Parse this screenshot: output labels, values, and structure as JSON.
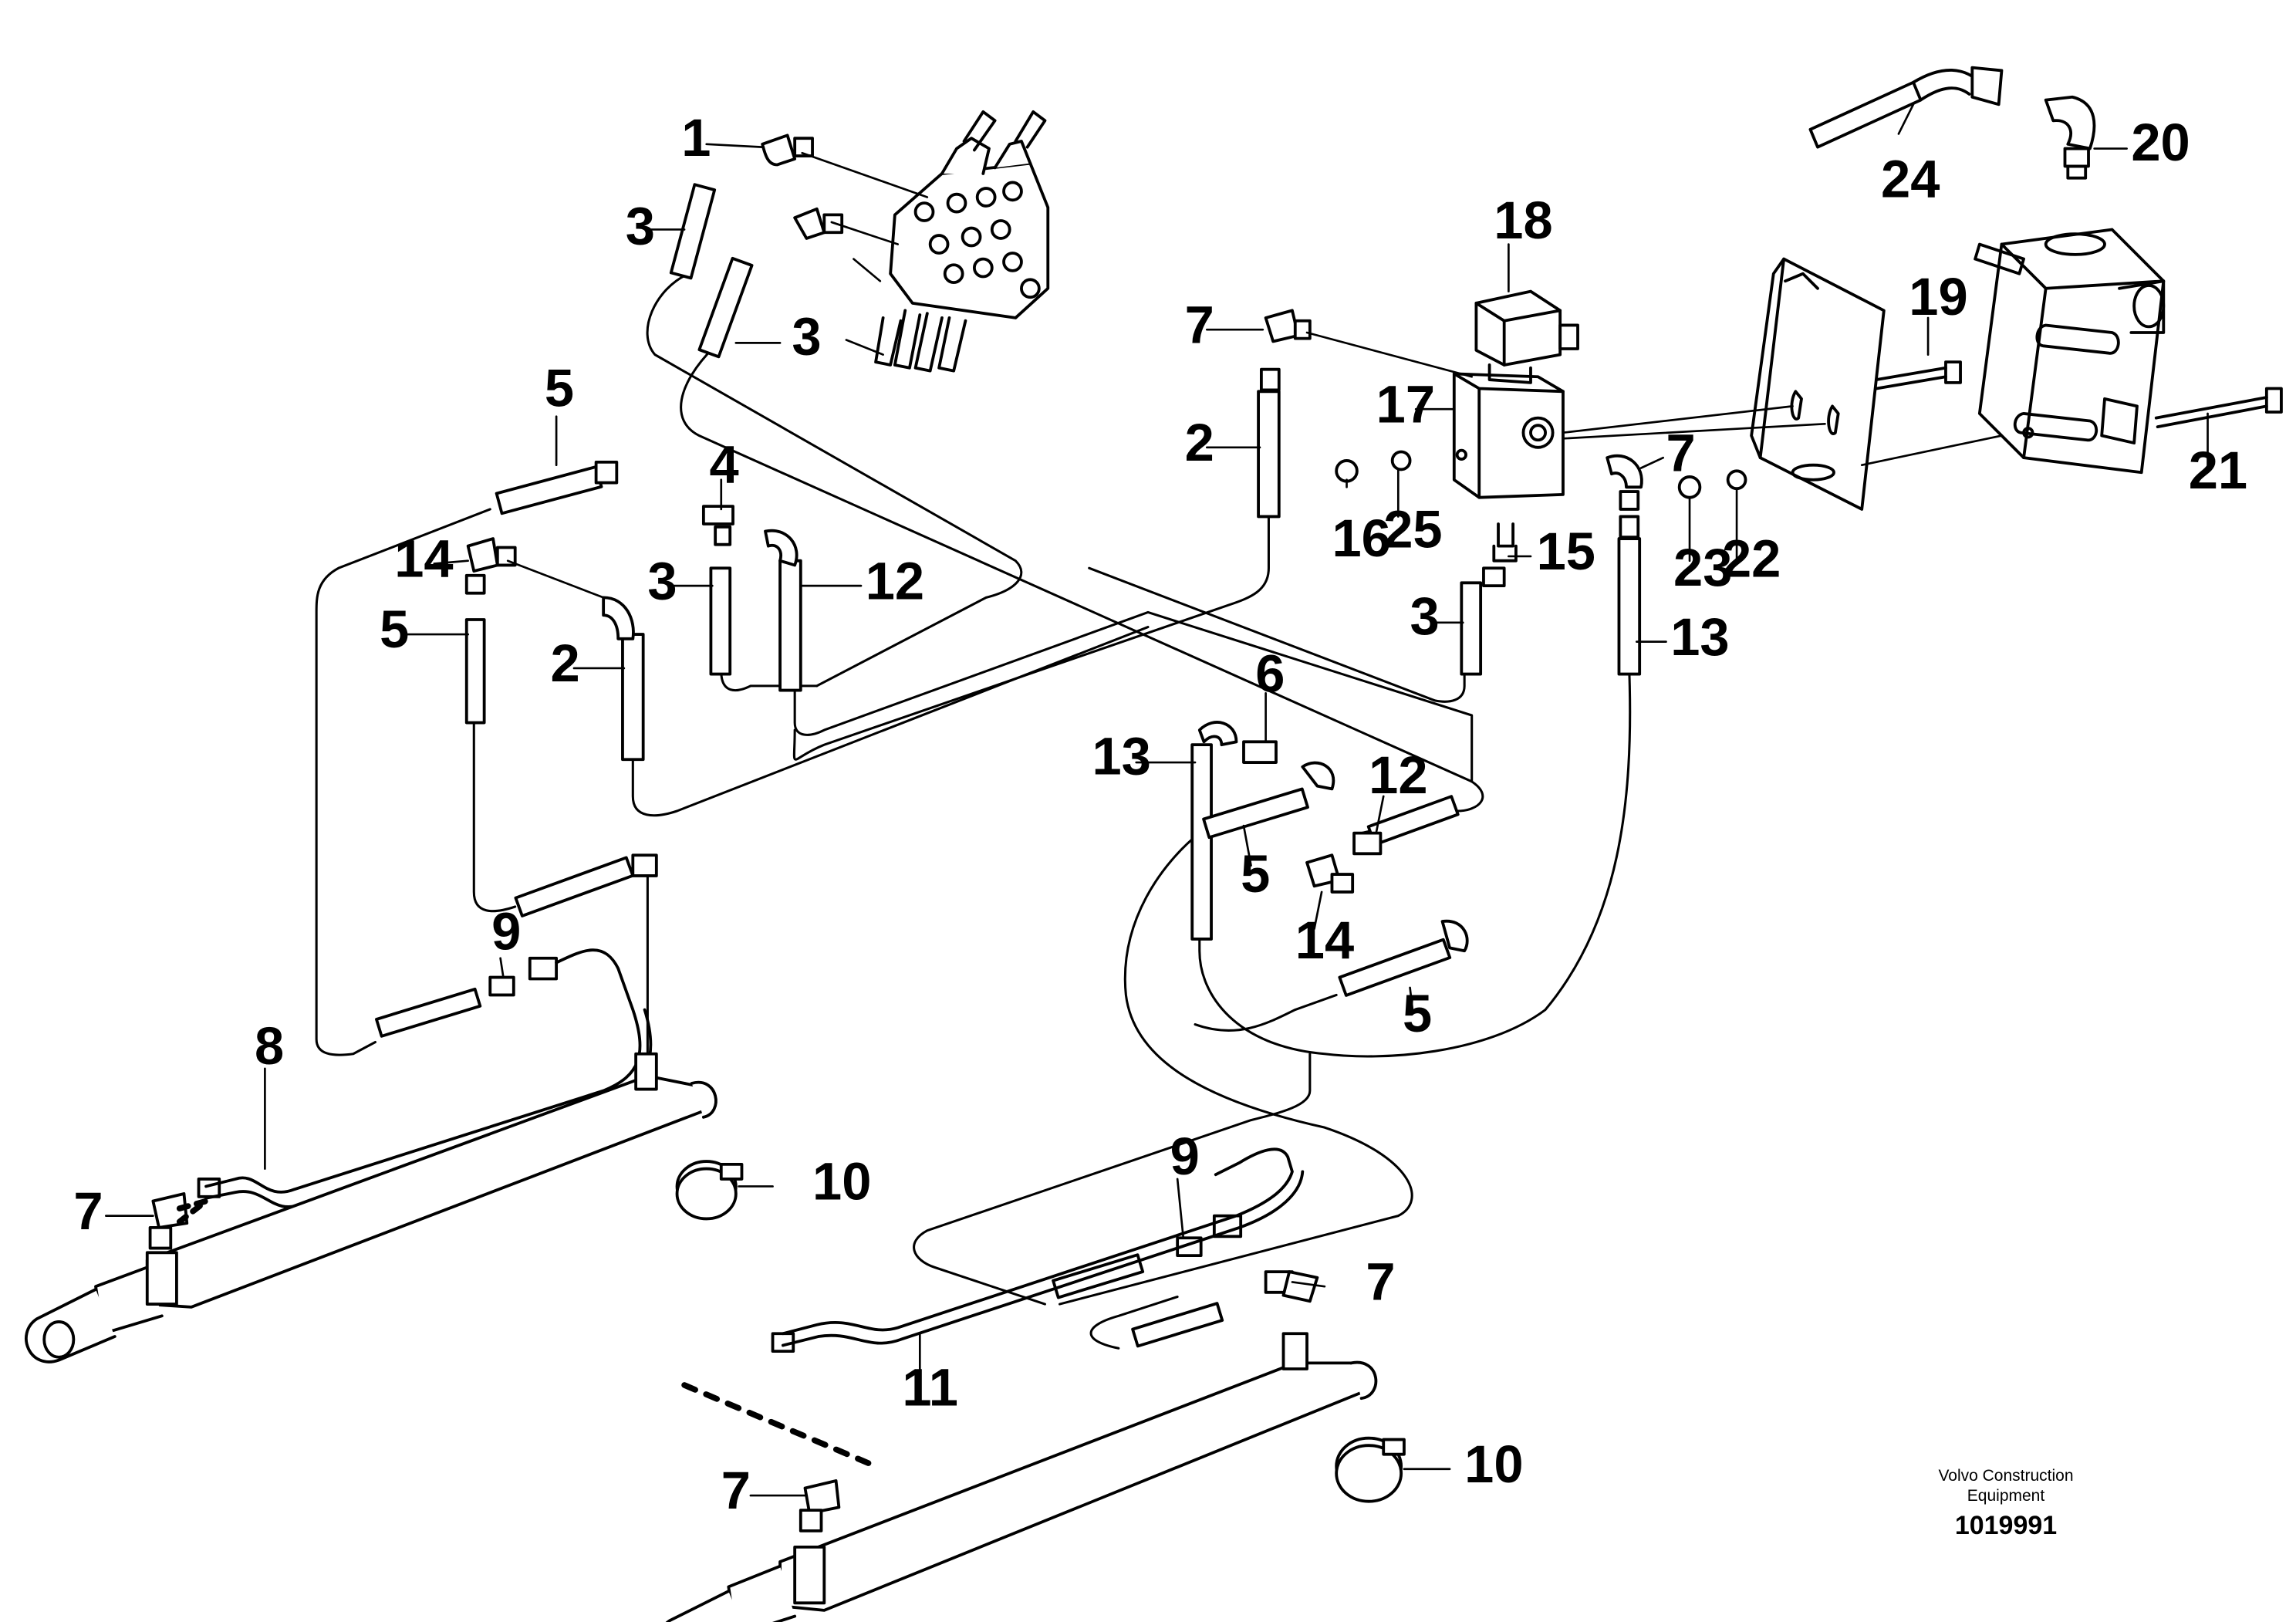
{
  "callouts": [
    {
      "label": "1"
    },
    {
      "label": "3"
    },
    {
      "label": "3"
    },
    {
      "label": "5"
    },
    {
      "label": "4"
    },
    {
      "label": "14"
    },
    {
      "label": "3"
    },
    {
      "label": "12"
    },
    {
      "label": "5"
    },
    {
      "label": "2"
    },
    {
      "label": "7"
    },
    {
      "label": "2"
    },
    {
      "label": "18"
    },
    {
      "label": "17"
    },
    {
      "label": "16"
    },
    {
      "label": "25"
    },
    {
      "label": "15"
    },
    {
      "label": "3"
    },
    {
      "label": "7"
    },
    {
      "label": "23"
    },
    {
      "label": "22"
    },
    {
      "label": "13"
    },
    {
      "label": "19"
    },
    {
      "label": "24"
    },
    {
      "label": "20"
    },
    {
      "label": "21"
    },
    {
      "label": "6"
    },
    {
      "label": "13"
    },
    {
      "label": "12"
    },
    {
      "label": "5"
    },
    {
      "label": "14"
    },
    {
      "label": "5"
    },
    {
      "label": "9"
    },
    {
      "label": "8"
    },
    {
      "label": "10"
    },
    {
      "label": "7"
    },
    {
      "label": "9"
    },
    {
      "label": "7"
    },
    {
      "label": "11"
    },
    {
      "label": "7"
    },
    {
      "label": "10"
    }
  ],
  "caption": {
    "brand": "Volvo Construction\nEquipment",
    "number": "1019991"
  }
}
